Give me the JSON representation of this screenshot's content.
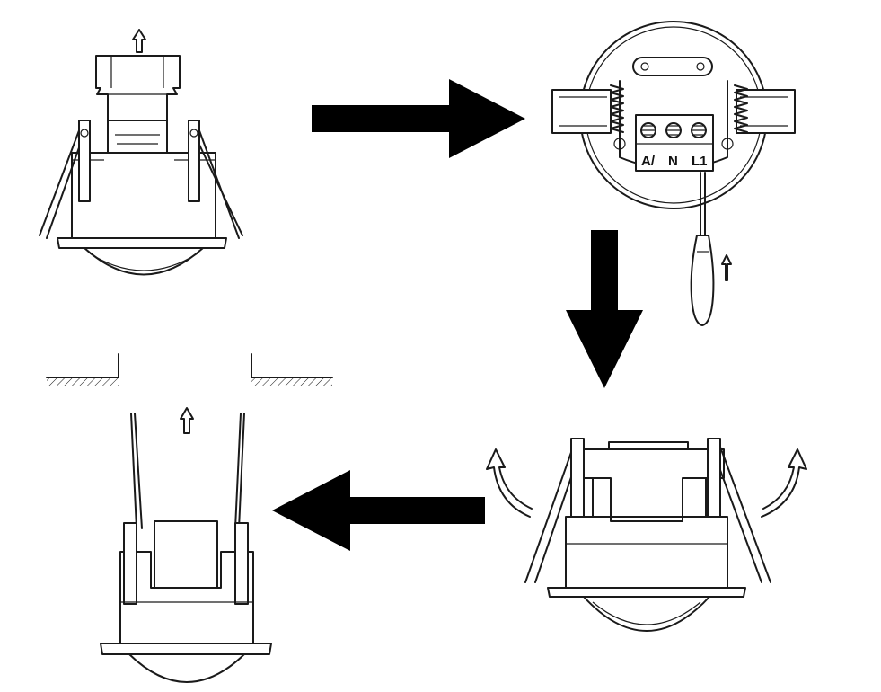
{
  "terminals": {
    "t1": "A/",
    "t2": "N",
    "t3": "L1"
  },
  "colors": {
    "line": "#1a1a1a",
    "arrow": "#000000",
    "background": "#ffffff"
  },
  "steps": [
    {
      "id": "step-1",
      "description_icon": "sensor-side-cover-removal"
    },
    {
      "id": "step-2",
      "description_icon": "sensor-top-wiring"
    },
    {
      "id": "step-3",
      "description_icon": "sensor-springs-bent-up"
    },
    {
      "id": "step-4",
      "description_icon": "sensor-insert-ceiling"
    }
  ]
}
